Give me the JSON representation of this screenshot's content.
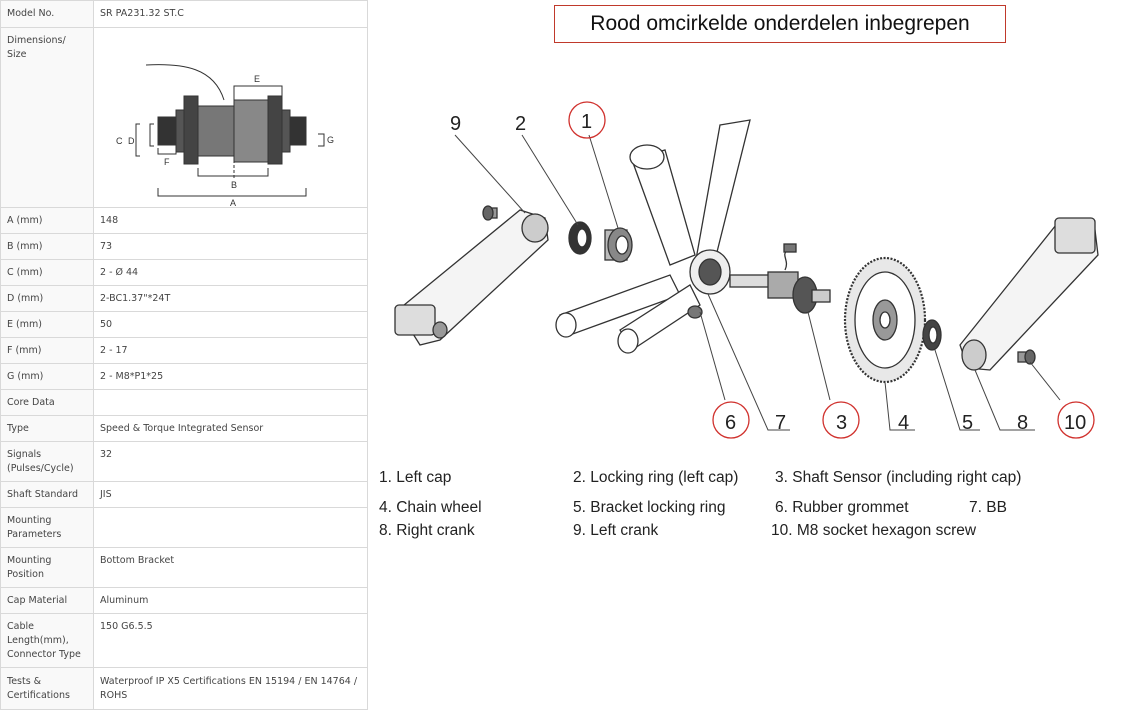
{
  "title": "Rood omcirkelde onderdelen inbegrepen",
  "spec_rows": [
    {
      "label": "Model No.",
      "value": "SR PA231.32 ST.C"
    },
    {
      "label": "Dimensions/ Size",
      "value": ""
    },
    {
      "label": "A (mm)",
      "value": "148"
    },
    {
      "label": "B (mm)",
      "value": "73"
    },
    {
      "label": "C (mm)",
      "value": "2 - Ø 44"
    },
    {
      "label": "D (mm)",
      "value": "2-BC1.37\"*24T"
    },
    {
      "label": "E (mm)",
      "value": "50"
    },
    {
      "label": "F (mm)",
      "value": "2 - 17"
    },
    {
      "label": "G (mm)",
      "value": "2 - M8*P1*25"
    },
    {
      "label": "Core Data",
      "value": ""
    },
    {
      "label": "Type",
      "value": "Speed & Torque Integrated Sensor"
    },
    {
      "label": "Signals (Pulses/Cycle)",
      "value": "32"
    },
    {
      "label": "Shaft Standard",
      "value": "JIS"
    },
    {
      "label": "Mounting Parameters",
      "value": ""
    },
    {
      "label": "Mounting Position",
      "value": "Bottom Bracket"
    },
    {
      "label": "Cap Material",
      "value": "Aluminum"
    },
    {
      "label": "Cable Length(mm), Connector Type",
      "value": "150 G6.5.5"
    },
    {
      "label": "Tests & Certifications",
      "value": "Waterproof IP X5 Certifications EN 15194 / EN 14764 / ROHS"
    }
  ],
  "dimension_labels": [
    "A",
    "B",
    "C",
    "D",
    "E",
    "F",
    "G"
  ],
  "callouts": [
    "1",
    "2",
    "3",
    "4",
    "5",
    "6",
    "7",
    "8",
    "9",
    "10"
  ],
  "circled_callouts": [
    "1",
    "3",
    "6",
    "10"
  ],
  "legend": [
    "1. Left cap",
    "2. Locking ring (left cap)",
    "3. Shaft Sensor (including right cap)",
    "4. Chain wheel",
    "5. Bracket locking ring",
    "6. Rubber grommet",
    "7. BB",
    "8. Right crank",
    "9. Left crank",
    "10. M8 socket hexagon screw"
  ],
  "colors": {
    "circle": "#d0312d",
    "line": "#333333",
    "border": "#d9d9d9"
  }
}
